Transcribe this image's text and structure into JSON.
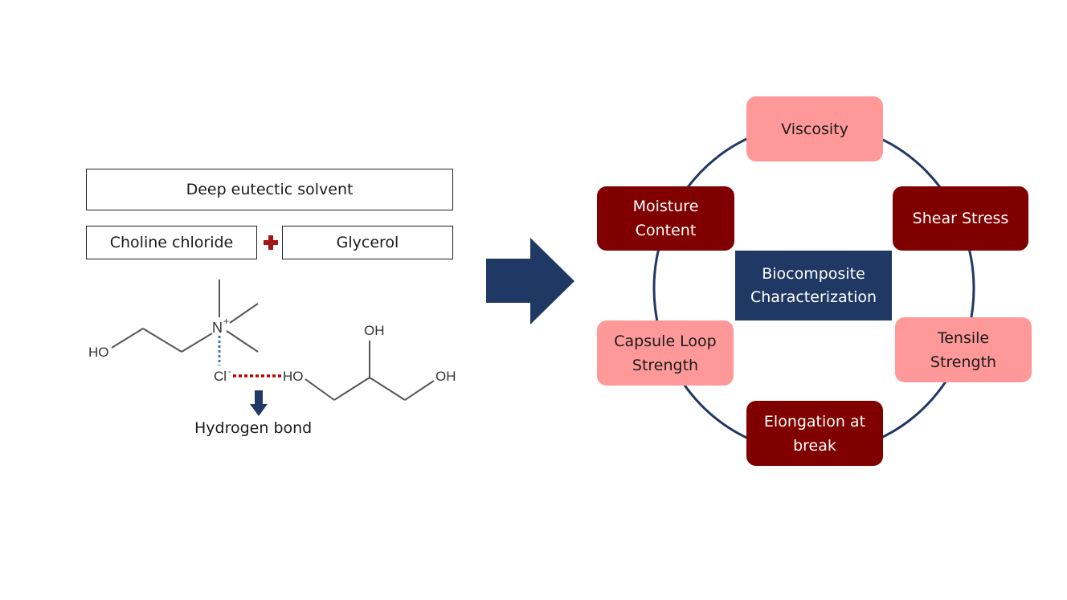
{
  "left_panel": {
    "title_box": "Deep eutectic solvent",
    "component_a": "Choline chloride",
    "component_b": "Glycerol",
    "plus_icon": "plus-icon",
    "molecule_labels": {
      "choline_ho": "HO",
      "choline_n": "N",
      "choline_n_charge": "+",
      "chloride": "Cl",
      "chloride_charge": "-",
      "glycerol_ho": "HO",
      "glycerol_oh_top": "OH",
      "glycerol_oh_right": "OH"
    },
    "bond_caption": "Hydrogen bond",
    "colors": {
      "plus": "#b01010",
      "ionic_bond": "#4472c4",
      "hydrogen_bond": "#c00000",
      "arrow": "#203864"
    }
  },
  "arrow": {
    "icon": "right-arrow-icon",
    "color": "#203864"
  },
  "right_panel": {
    "center_label": "Biocomposite\nCharacterization",
    "ring_color": "#203864",
    "nodes": [
      {
        "label": "Viscosity",
        "style": "light"
      },
      {
        "label": "Shear Stress",
        "style": "dark"
      },
      {
        "label": "Tensile\nStrength",
        "style": "light"
      },
      {
        "label": "Elongation at\nbreak",
        "style": "dark"
      },
      {
        "label": "Capsule Loop\nStrength",
        "style": "light"
      },
      {
        "label": "Moisture\nContent",
        "style": "dark"
      }
    ],
    "colors": {
      "light": "#ff9999",
      "dark": "#800000",
      "center": "#203864"
    }
  }
}
